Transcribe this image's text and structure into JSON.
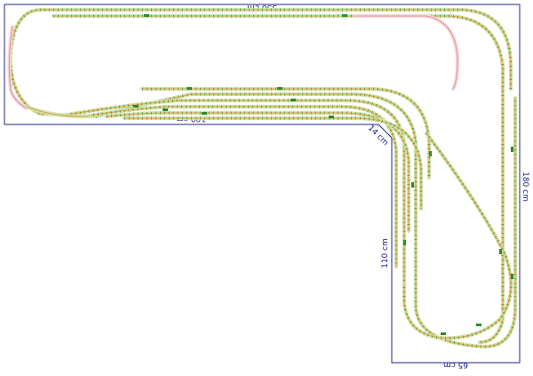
{
  "dimensions": {
    "top_width": "350 cm",
    "left_depth": "100 cm",
    "inner_step": "14 cm",
    "right_height": "180 cm",
    "leg_height": "110 cm",
    "leg_width": "65 cm"
  },
  "colors": {
    "outline": "#22228a",
    "dimension_text": "#1a1a8c",
    "track_bed": "#cfe6b4",
    "rail": "#e0a040",
    "sleepers": "#5a8a2a",
    "planned_track": "#e38fa0",
    "section_marker": "#2d8a2d"
  }
}
